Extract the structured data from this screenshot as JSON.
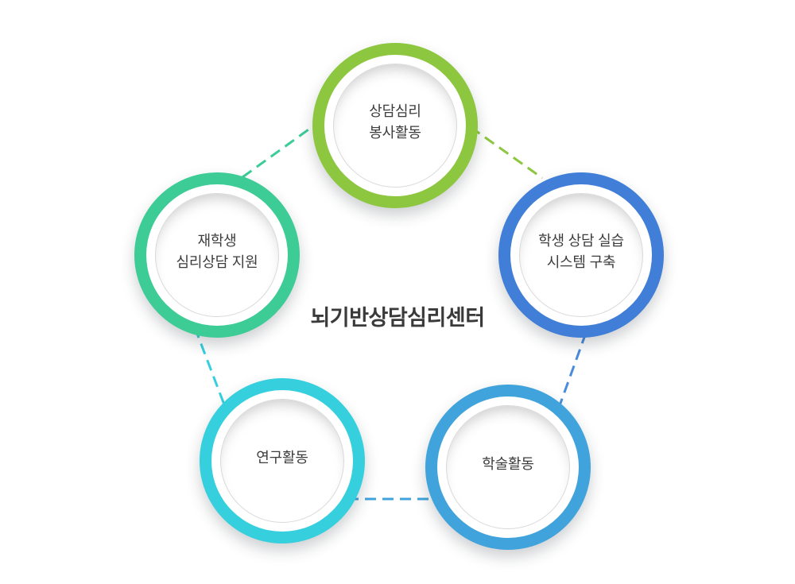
{
  "title": "뇌기반상담심리센터",
  "background_color": "#ffffff",
  "text_color": "#3d3d3d",
  "inner_border_color": "#d9d9d9",
  "nodes": [
    {
      "name": "counseling-volunteer",
      "label": "상담심리\n봉사활동",
      "color": "#8DC63F"
    },
    {
      "name": "enrolled-student-support",
      "label": "재학생\n심리상담 지원",
      "color": "#3DCB96"
    },
    {
      "name": "practice-system",
      "label": "학생 상담 실습\n시스템 구축",
      "color": "#407ED8"
    },
    {
      "name": "research-activity",
      "label": "연구활동",
      "color": "#35CFDE"
    },
    {
      "name": "academic-activity",
      "label": "학술활동",
      "color": "#41A3DC"
    }
  ],
  "connectors": [
    {
      "name": "left-to-top",
      "color": "#3DCB96"
    },
    {
      "name": "top-to-right",
      "color": "#8DC63F"
    },
    {
      "name": "left-to-bottom-left",
      "color": "#35CFDE"
    },
    {
      "name": "right-to-bottom-right",
      "color": "#4A8CDC"
    },
    {
      "name": "bottom-left-to-bottom-right",
      "color": "#41A3DC"
    }
  ]
}
